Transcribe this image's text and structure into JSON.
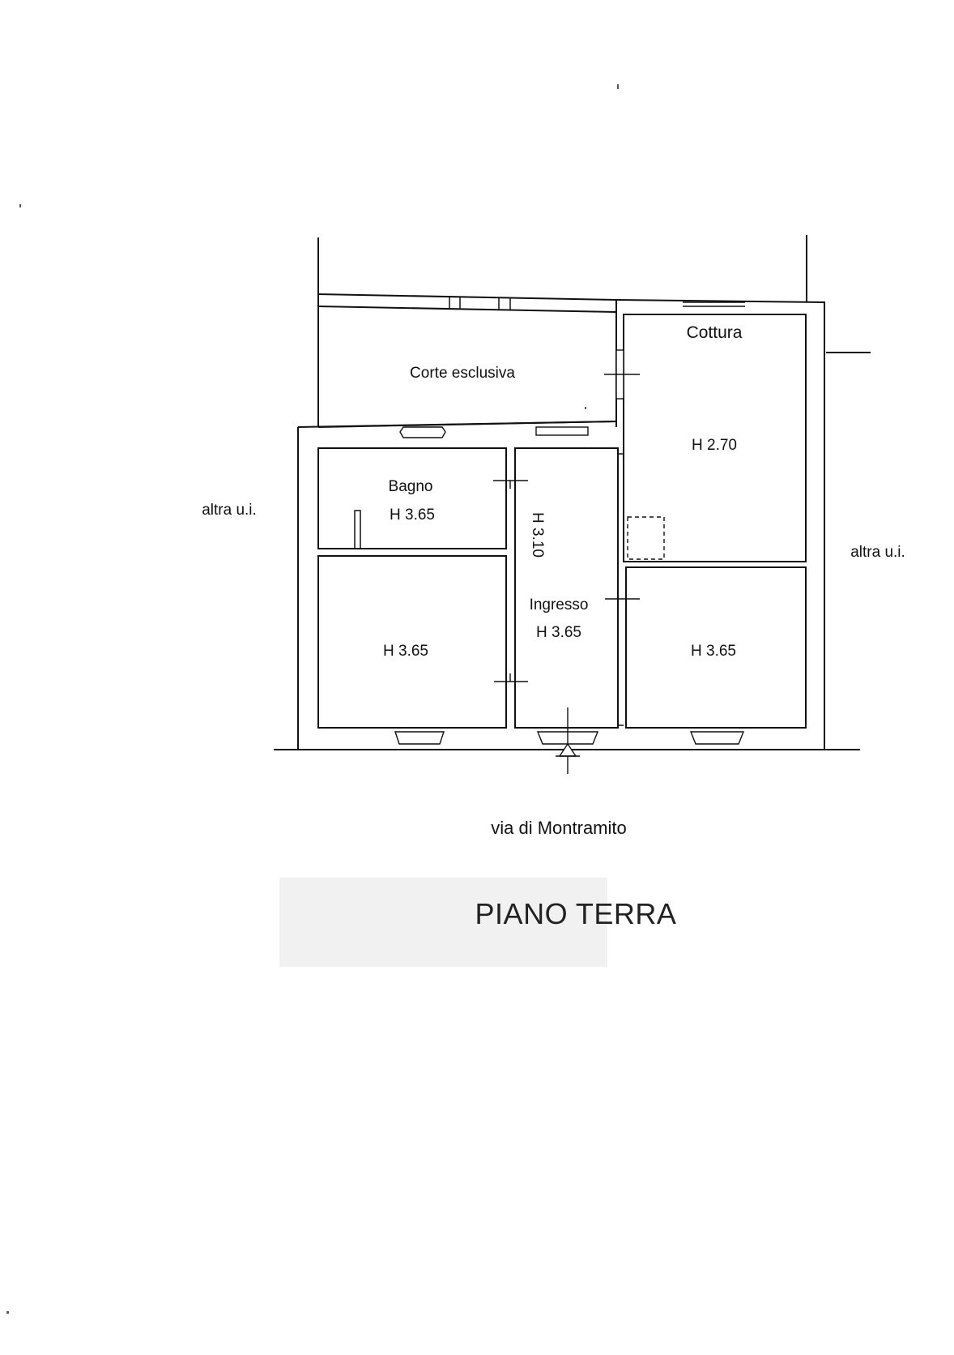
{
  "plan_title": "PIANO TERRA",
  "street": "via di Montramito",
  "neighbors": {
    "left": "altra u.i.",
    "right": "altra u.i."
  },
  "rooms": {
    "corte": {
      "name": "Corte esclusiva"
    },
    "cottura": {
      "name": "Cottura",
      "height": "H 2.70"
    },
    "bagno": {
      "name": "Bagno",
      "height": "H 3.65"
    },
    "corridor": {
      "height": "H 3.10"
    },
    "ingresso": {
      "name": "Ingresso",
      "height": "H 3.65"
    },
    "room_left": {
      "height": "H 3.65"
    },
    "room_right": {
      "height": "H 3.65"
    }
  }
}
